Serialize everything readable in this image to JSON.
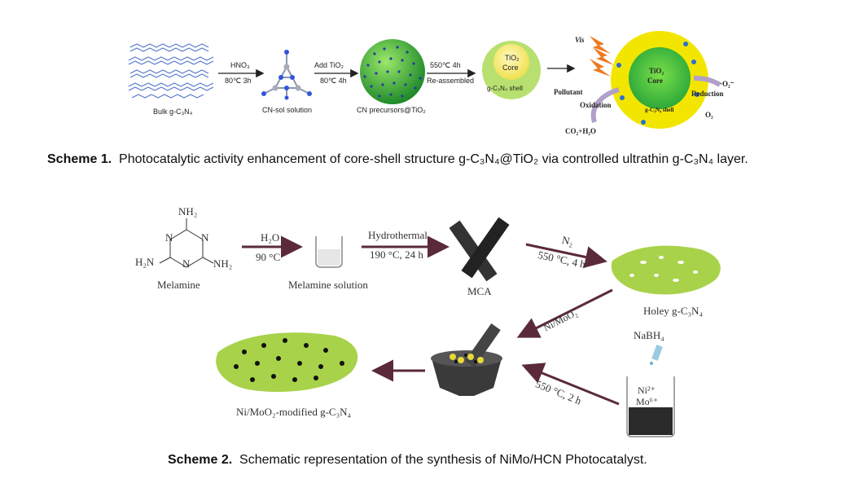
{
  "scheme1": {
    "arrow1_top": "HNO₃",
    "arrow1_bottom": "80℃ 3h",
    "arrow2_top": "Add TiO₂",
    "arrow2_bottom": "80℃ 4h",
    "arrow3_top": "550℃ 4h",
    "arrow3_bottom": "Re-assembled",
    "bulk_label": "Bulk g-C₃N₄",
    "cnsol_label": "CN-sol solution",
    "precursor_label": "CN precursors@TiO₂",
    "core_top": "TiO₂",
    "core_bottom": "Core",
    "shell_label": "g-C₃N₄ shell",
    "vis": "Vis",
    "big_core_top": "TiO₂",
    "big_core_bottom": "Core",
    "big_shell": "g-C₃N₄ shell",
    "pollutant": "Pollutant",
    "oxidation": "Oxidation",
    "reduction": "Reduction",
    "superoxide": "·O₂⁻",
    "oxygen": "O₂",
    "products": "CO₂+H₂O",
    "caption_bold": "Scheme 1.",
    "caption_text": "Photocatalytic activity enhancement of core-shell structure g-C₃N₄@TiO₂ via controlled ultrathin g-C₃N₄ layer."
  },
  "scheme2": {
    "nh2_top": "NH₂",
    "nh2_left": "H₂N",
    "nh2_right": "NH₂",
    "n1": "N",
    "n2": "N",
    "n3": "N",
    "melamine": "Melamine",
    "arrow1_top": "H₂O",
    "arrow1_bottom": "90 °C",
    "melamine_solution": "Melamine solution",
    "arrow2_top": "Hydrothermal",
    "arrow2_bottom": "190 °C, 24 h",
    "mca": "MCA",
    "arrow3_top": "N₂",
    "arrow3_bottom": "550 °C, 4 h",
    "holey": "Holey g-C₃N₄",
    "nimoo_arrow": "Ni/MoO₂",
    "nabh4": "NaBH₄",
    "ni_ion": "Ni²⁺",
    "mo_ion": "Mo⁶⁺",
    "arrow5": "550 °C, 2 h",
    "product": "Ni/MoO₂-modified g-C₃N₄",
    "caption_bold": "Scheme 2.",
    "caption_text": "Schematic representation of the synthesis of NiMo/HCN Photocatalyst."
  },
  "colors": {
    "arrow_dark": "#5a2a3a",
    "green_sheet": "#a8d24a",
    "green_sphere": "#3cb043",
    "yellow_shell": "#f2e600",
    "blue_layer": "#4a6fd0",
    "lightning": "#f07820"
  }
}
